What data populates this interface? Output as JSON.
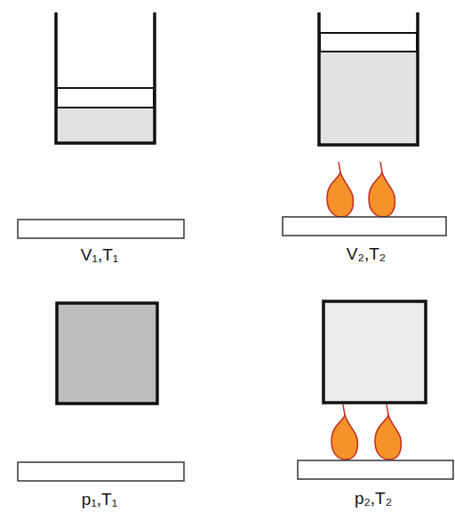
{
  "diagram": {
    "labels": [
      "V₁,T₁",
      "V₂,T₂",
      "p₁,T₁",
      "p₂,T₂"
    ]
  }
}
